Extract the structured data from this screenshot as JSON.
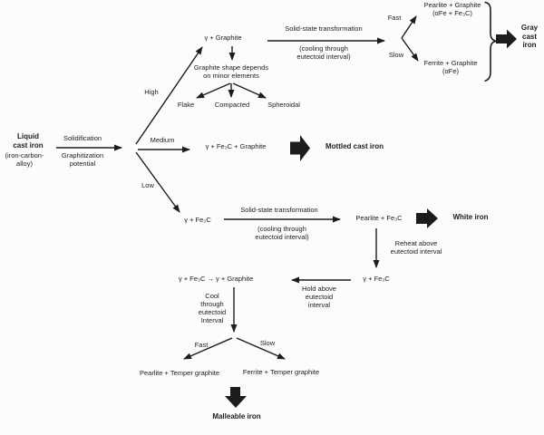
{
  "colors": {
    "ink": "#1c1c1c",
    "background": "#fcfcfb"
  },
  "labels": {
    "liquid_cast_iron": "Liquid\ncast iron",
    "alloy_note": "(iron-carbon-\nalloy)",
    "solidification": "Solidification",
    "graphitization_potential": "Graphitization\npotential",
    "branch_high": "High",
    "branch_medium": "Medium",
    "branch_low": "Low",
    "gamma_graphite": "γ + Graphite",
    "graphite_shape_note": "Graphite shape depends\non minor elements",
    "flake": "Flake",
    "compacted": "Compacted",
    "spheroidal": "Spheroidal",
    "sst_high": "Solid-state transformation",
    "cooling_high": "(cooling through\neutectoid interval)",
    "fast_high": "Fast",
    "slow_high": "Slow",
    "pearlite_graphite": "Pearlite + Graphite\n(αFe + Fe₃C)",
    "ferrite_graphite": "Ferrite + Graphite\n(αFe)",
    "gray_cast_iron": "Gray\ncast\niron",
    "gamma_fe3c_graphite": "γ + Fe₃C + Graphite",
    "mottled_cast_iron": "Mottled cast iron",
    "gamma_fe3c_low": "γ + Fe₃C",
    "sst_low": "Solid-state transformation",
    "cooling_low": "(cooling through\neutectoid interval)",
    "pearlite_fe3c": "Pearlite + Fe₃C",
    "white_iron": "White iron",
    "reheat_note": "Reheat above\neutectoid interval",
    "gamma_fe3c_reheated": "γ + Fe₃C",
    "graphitization_reaction": "γ + Fe₃C → γ + Graphite",
    "hold_note": "Hold above\neutectoid\ninterval",
    "cool_note": "Cool\nthrough\neutectoid\nInterval",
    "fast_low": "Fast",
    "slow_low": "Slow",
    "pearlite_temper_graphite": "Pearlite + Temper graphite",
    "ferrite_temper_graphite": "Ferrite + Temper graphite",
    "malleable_iron": "Malleable iron"
  }
}
